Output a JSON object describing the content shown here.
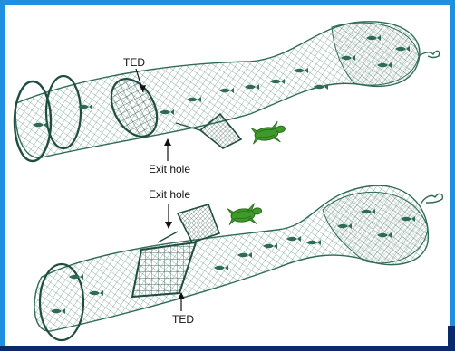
{
  "labels": {
    "ted_top": "TED",
    "exit_hole_top": "Exit hole",
    "exit_hole_bottom": "Exit hole",
    "ted_bottom": "TED"
  },
  "colors": {
    "net": "#2e6b57",
    "net_dark": "#1f4d3f",
    "turtle": "#3f9a2c",
    "turtle_dark": "#2a6b1c",
    "frame": "#1f8fe0",
    "background": "#ffffff"
  },
  "icons": [
    "turtle-icon",
    "fish-icon"
  ]
}
